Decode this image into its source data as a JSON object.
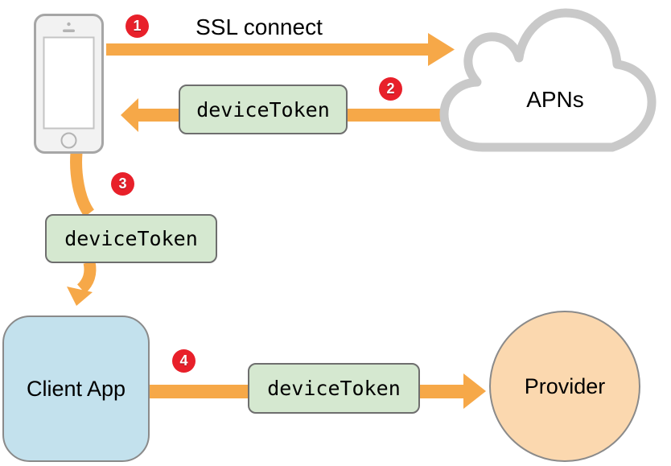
{
  "nodes": {
    "apns": "APNs",
    "client_app": "Client App",
    "provider": "Provider"
  },
  "labels": {
    "ssl_connect": "SSL connect",
    "device_token_1": "deviceToken",
    "device_token_2": "deviceToken",
    "device_token_3": "deviceToken"
  },
  "steps": [
    {
      "number": "1"
    },
    {
      "number": "2"
    },
    {
      "number": "3"
    },
    {
      "number": "4"
    }
  ],
  "colors": {
    "arrow": "#F6A848",
    "badge": "#E8202A",
    "badge_text": "#FFFFFF",
    "token_fill": "#D5E8D0",
    "token_border": "#6E6E6E",
    "client_fill": "#C3E1ED",
    "provider_fill": "#FBD8AF",
    "node_border": "#8A8A8A",
    "cloud_fill": "#FFFFFF",
    "cloud_stroke": "#C9C9C9",
    "phone_fill": "#F2F2F2",
    "phone_border": "#A6A6A6",
    "phone_detail": "#B3B3B3",
    "screen_fill": "#FFFFFF",
    "screen_border": "#C4C4C4",
    "text": "#000000"
  }
}
